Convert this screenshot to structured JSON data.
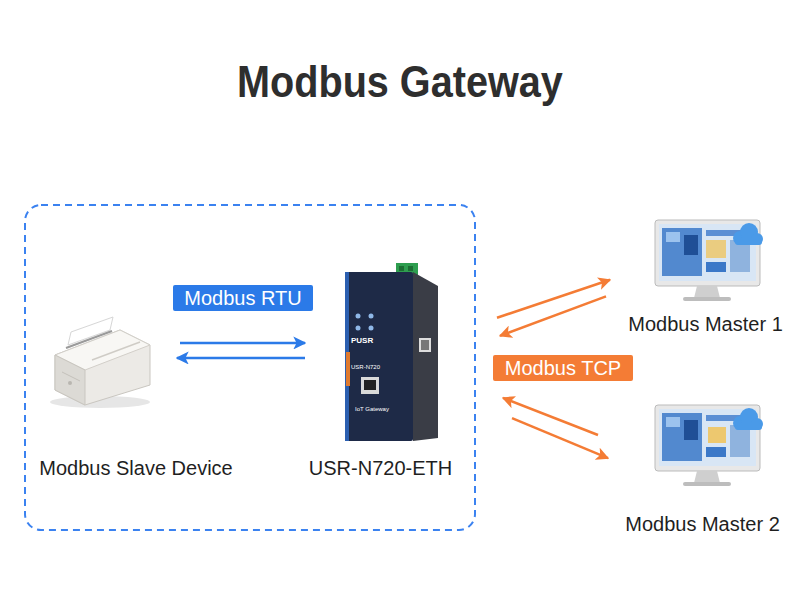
{
  "diagram": {
    "title": "Modbus Gateway",
    "nodes": [
      {
        "text": [
          "Modbus Slave Device"
        ]
      },
      {
        "text": [
          "USR-N720-ETH"
        ]
      },
      {
        "text": [
          "Modbus Master 1"
        ]
      },
      {
        "text": [
          "Modbus Master 2"
        ]
      }
    ],
    "edges": [
      {
        "from": 0,
        "to": 1,
        "arrow": "to",
        "label": "Modbus RTU"
      },
      {
        "from": 1,
        "to": 0,
        "arrow": "to"
      },
      {
        "from": 1,
        "to": 2,
        "arrow": "to",
        "label": "Modbus TCP"
      },
      {
        "from": 2,
        "to": 1,
        "arrow": "to"
      },
      {
        "from": 3,
        "to": 1,
        "arrow": "to"
      },
      {
        "from": 1,
        "to": 3,
        "arrow": "to"
      }
    ],
    "labels": [
      "PUSR",
      "USR-N720",
      "IoT Gateway"
    ]
  }
}
